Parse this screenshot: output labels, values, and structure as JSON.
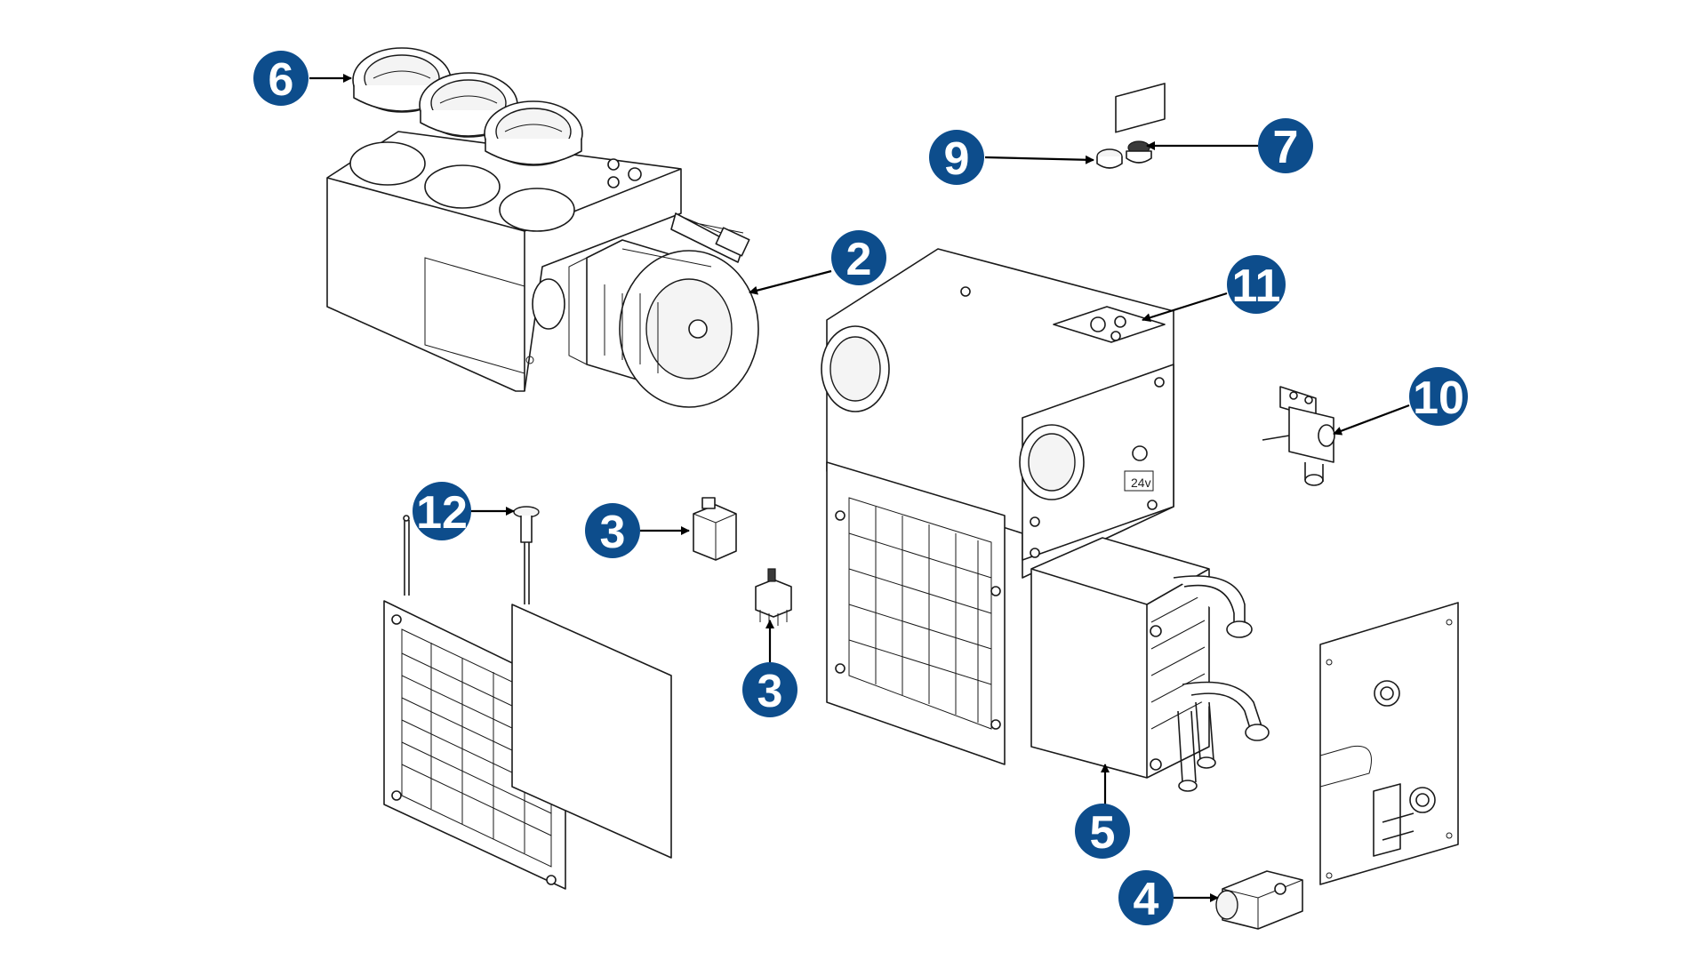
{
  "diagram": {
    "callout_color": "#0d4d8c",
    "callouts": [
      {
        "id": "callout-6",
        "label": "6"
      },
      {
        "id": "callout-2",
        "label": "2"
      },
      {
        "id": "callout-9",
        "label": "9"
      },
      {
        "id": "callout-7",
        "label": "7"
      },
      {
        "id": "callout-11",
        "label": "11"
      },
      {
        "id": "callout-10",
        "label": "10"
      },
      {
        "id": "callout-12",
        "label": "12"
      },
      {
        "id": "callout-3a",
        "label": "3"
      },
      {
        "id": "callout-3b",
        "label": "3"
      },
      {
        "id": "callout-5",
        "label": "5"
      },
      {
        "id": "callout-4",
        "label": "4"
      }
    ],
    "voltage_label": "24v"
  }
}
